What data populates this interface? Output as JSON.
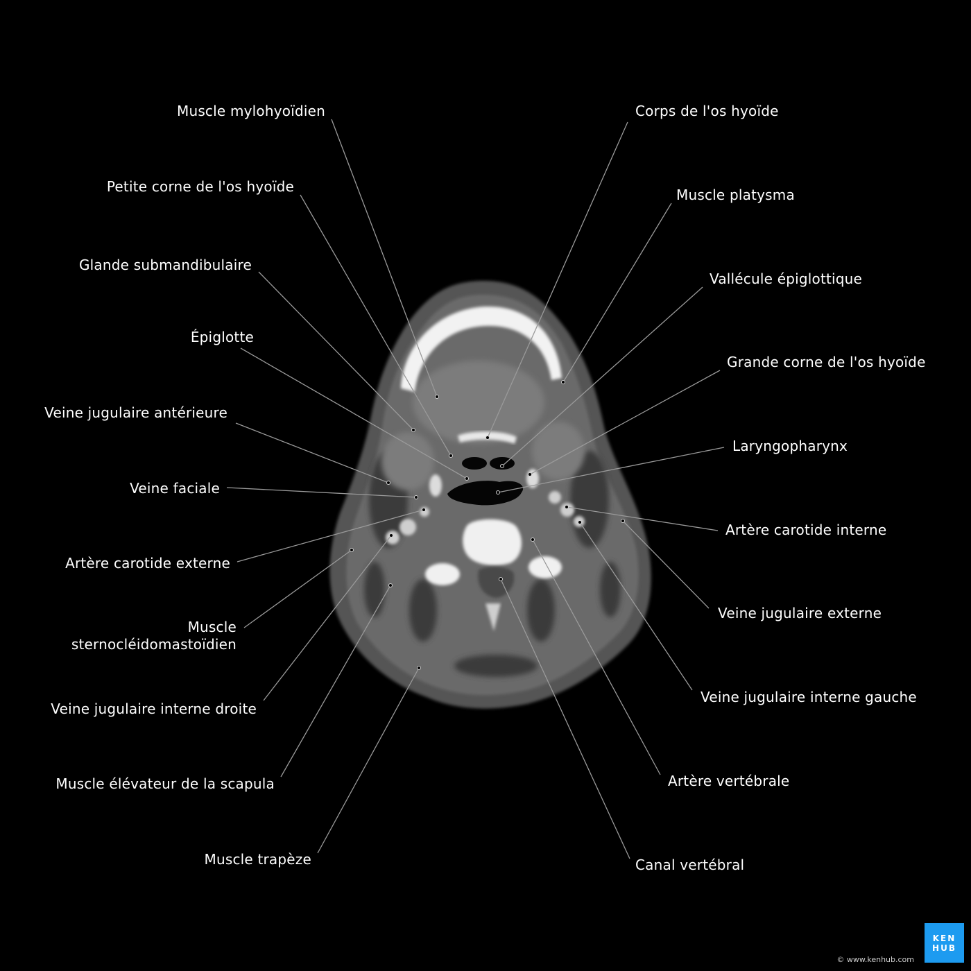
{
  "labels_left": [
    {
      "id": "mylohyoidien",
      "text": "Muscle mylohyoïdien"
    },
    {
      "id": "petite-corne",
      "text": "Petite corne de l'os hyoïde"
    },
    {
      "id": "glande-submandibulaire",
      "text": "Glande submandibulaire"
    },
    {
      "id": "epiglotte",
      "text": "Épiglotte"
    },
    {
      "id": "veine-jugulaire-anterieure",
      "text": "Veine jugulaire antérieure"
    },
    {
      "id": "veine-faciale",
      "text": "Veine faciale"
    },
    {
      "id": "carotide-externe",
      "text": "Artère carotide externe"
    },
    {
      "id": "sternocleido",
      "text": "Muscle sternocléidomastoïdien",
      "lines": [
        "Muscle",
        "sternocléidomastoïdien"
      ]
    },
    {
      "id": "jugulaire-interne-droite",
      "text": "Veine jugulaire interne droite"
    },
    {
      "id": "elevateur-scapula",
      "text": "Muscle élévateur de la scapula"
    },
    {
      "id": "trapeze",
      "text": "Muscle trapèze"
    }
  ],
  "labels_right": [
    {
      "id": "corps-hyoide",
      "text": "Corps de l'os hyoïde"
    },
    {
      "id": "platysma",
      "text": "Muscle platysma"
    },
    {
      "id": "vallecule",
      "text": "Vallécule épiglottique"
    },
    {
      "id": "grande-corne",
      "text": "Grande corne de l'os hyoïde"
    },
    {
      "id": "laryngopharynx",
      "text": "Laryngopharynx"
    },
    {
      "id": "carotide-interne",
      "text": "Artère carotide interne"
    },
    {
      "id": "jugulaire-externe",
      "text": "Veine jugulaire externe"
    },
    {
      "id": "jugulaire-interne-gauche",
      "text": "Veine jugulaire interne gauche"
    },
    {
      "id": "arteres-vertebrale",
      "text": "Artère vertébrale"
    },
    {
      "id": "canal-vertebral",
      "text": "Canal vertébral"
    }
  ],
  "copyright": "© www.kenhub.com",
  "logo": {
    "line1": "KEN",
    "line2": "HUB",
    "color": "#1d9bf0"
  },
  "colors": {
    "background": "#000000",
    "label": "#ffffff",
    "leader_line": "#9a9a9a"
  }
}
